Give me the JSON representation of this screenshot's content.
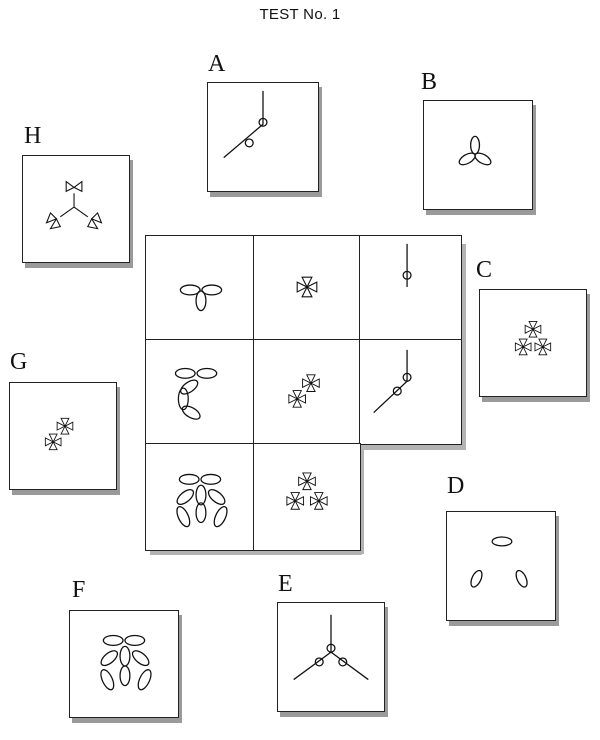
{
  "title": "TEST No. 1",
  "options": {
    "A": "A",
    "B": "B",
    "C": "C",
    "D": "D",
    "E": "E",
    "F": "F",
    "G": "G",
    "H": "H"
  }
}
